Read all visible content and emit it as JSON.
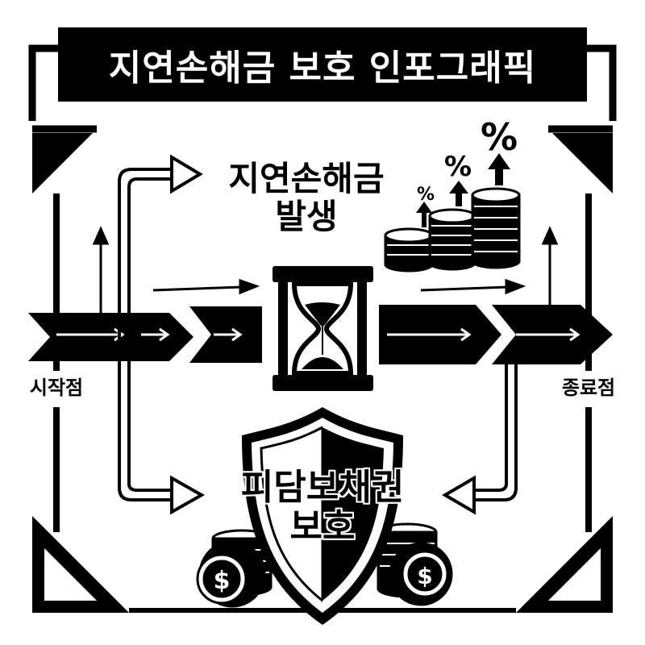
{
  "title": "지연손해금 보호 인포그래픽",
  "labels": {
    "occurrence_line1": "지연손해금",
    "occurrence_line2": "발생",
    "start_point": "시작점",
    "end_point": "종료점",
    "protection_line1": "피담보채권",
    "protection_line2": "보호"
  },
  "percent_signs": [
    "%",
    "%",
    "%"
  ],
  "colors": {
    "ink": "#000000",
    "paper": "#ffffff"
  }
}
